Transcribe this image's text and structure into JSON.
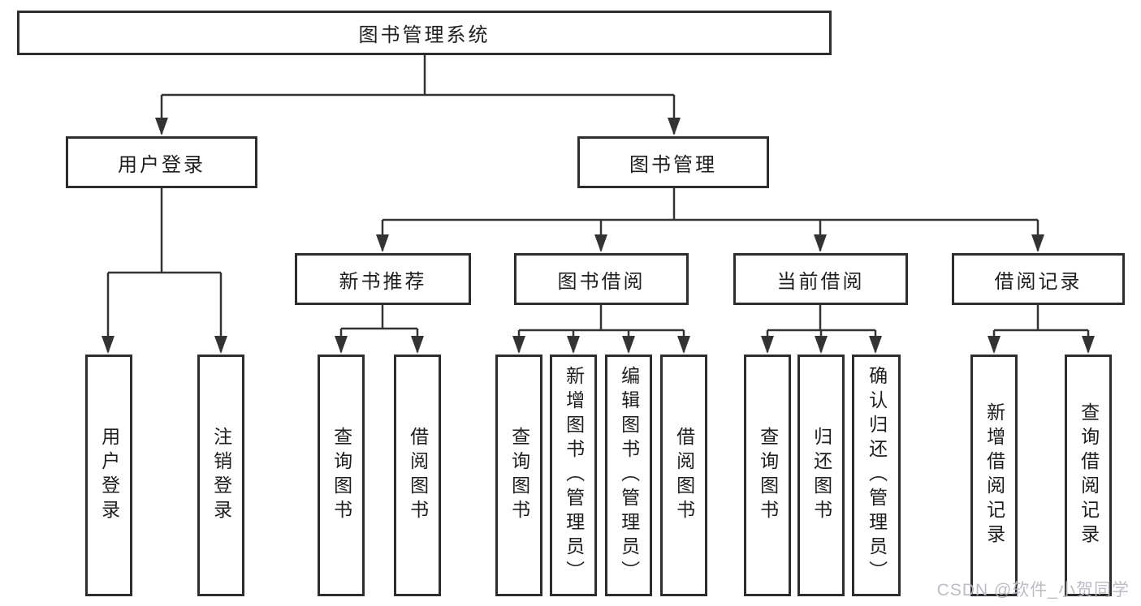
{
  "nodes": {
    "root": "图书管理系统",
    "level2": [
      "用户登录",
      "图书管理"
    ],
    "level3": [
      "新书推荐",
      "图书借阅",
      "当前借阅",
      "借阅记录"
    ],
    "leaves": {
      "login": [
        "用户登录",
        "注销登录"
      ],
      "recommend": [
        "查询图书",
        "借阅图书"
      ],
      "borrow": [
        "查询图书",
        "新增图书（管理员）",
        "编辑图书（管理员）",
        "借阅图书"
      ],
      "current": [
        "查询图书",
        "归还图书",
        "确认归还（管理员）"
      ],
      "records": [
        "新增借阅记录",
        "查询借阅记录"
      ]
    }
  },
  "watermark": "CSDN @软件_小贺同学",
  "colors": {
    "line": "#333333",
    "border": "#2d2d2d",
    "text": "#1e1e1e",
    "watermark": "#b7bac1",
    "background": "#ffffff"
  }
}
